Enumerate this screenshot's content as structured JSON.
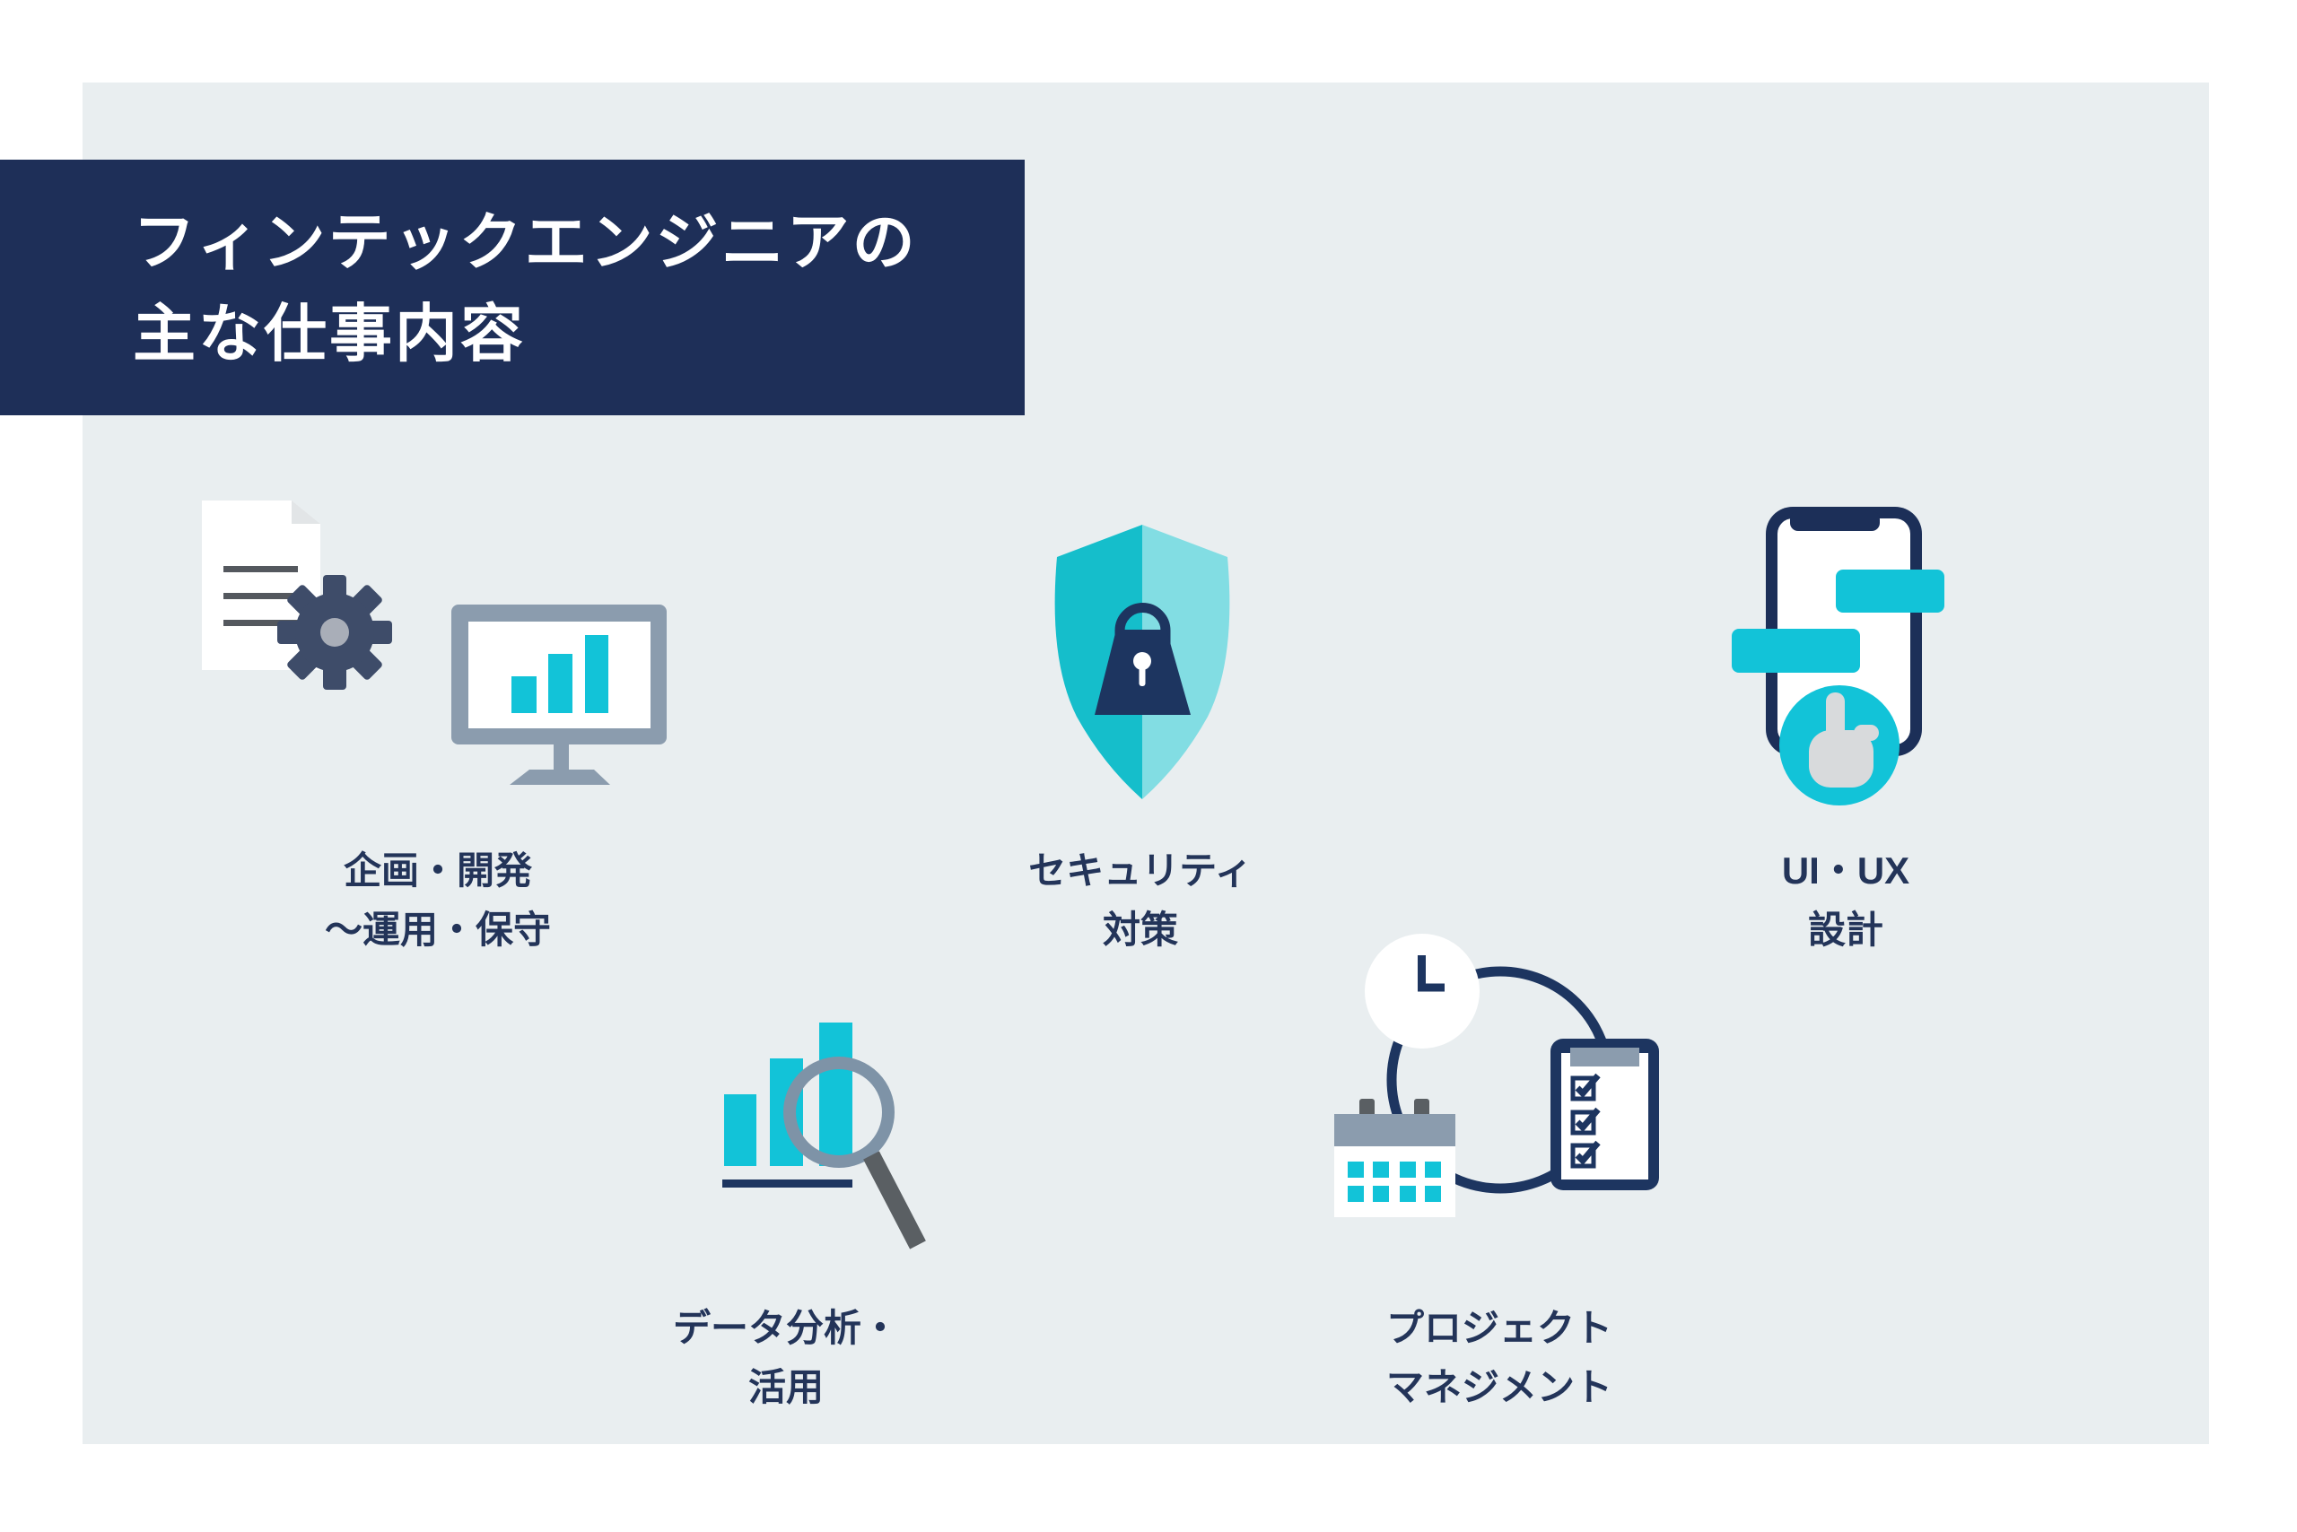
{
  "title": {
    "line1": "フィンテックエンジニアの",
    "line2": "主な仕事内容"
  },
  "items": [
    {
      "id": "plan-dev",
      "label": {
        "line1": "企画・開発",
        "line2": "〜運用・保守"
      },
      "icons": [
        "document-gear-icon",
        "monitor-bar-chart-icon"
      ]
    },
    {
      "id": "security",
      "label": {
        "line1": "セキュリティ",
        "line2": "対策"
      },
      "icons": [
        "shield-lock-icon"
      ]
    },
    {
      "id": "ui-ux",
      "label": {
        "line1": "UI・UX",
        "line2": "設計"
      },
      "icons": [
        "smartphone-touch-icon"
      ]
    },
    {
      "id": "data-analysis",
      "label": {
        "line1": "データ分析・",
        "line2": "活用"
      },
      "icons": [
        "bar-chart-magnifier-icon"
      ]
    },
    {
      "id": "project-management",
      "label": {
        "line1": "プロジェクト",
        "line2": "マネジメント"
      },
      "icons": [
        "clock-calendar-clipboard-icon"
      ]
    }
  ],
  "colors": {
    "page_background": "#FFFFFF",
    "panel_background": "#E9EEF0",
    "title_background": "#1E2F58",
    "title_text": "#FFFFFF",
    "label_text": "#233459",
    "icon_navy": "#1D3560",
    "gear_slate": "#3E4C69",
    "accent_cyan": "#12C3D8",
    "shield_cyan_left": "#15BECB",
    "shield_cyan_right": "#82DDE3",
    "slate_gray": "#8B9CAE",
    "magnifier_gray": "#7E93A7",
    "dark_gray": "#5A5F63",
    "hand_gray": "#D8DADC"
  }
}
